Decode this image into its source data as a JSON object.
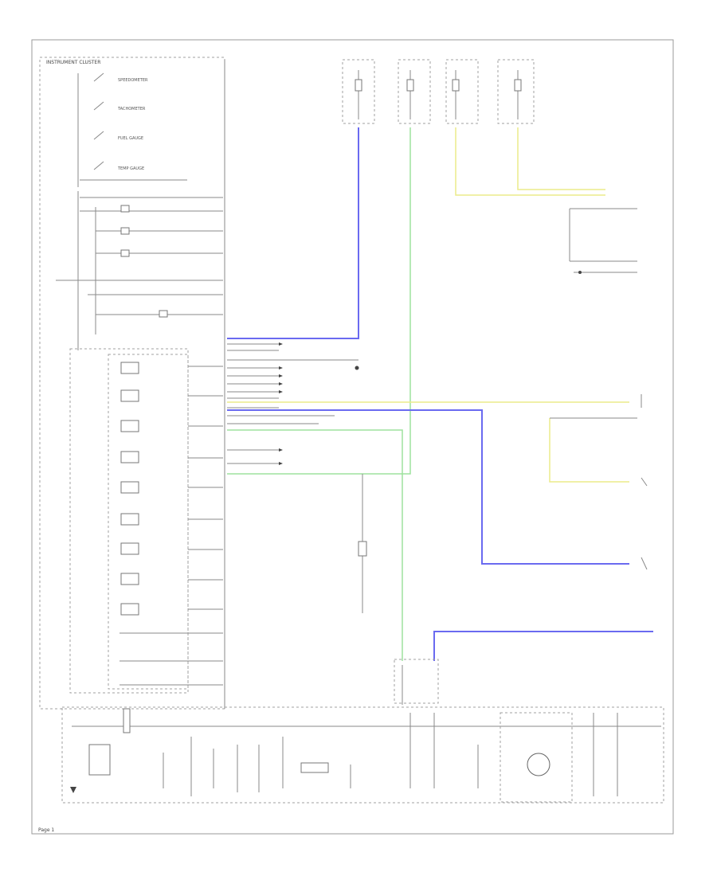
{
  "diagram": {
    "cluster_title": "INSTRUMENT CLUSTER",
    "gauges": [
      {
        "label": "SPEEDOMETER"
      },
      {
        "label": "TACHOMETER"
      },
      {
        "label": "FUEL GAUGE"
      },
      {
        "label": "TEMP GAUGE"
      }
    ],
    "page_footer": "Page 1",
    "wire_colors": {
      "blue": "#5555ee",
      "green": "#88dd88",
      "yellow": "#e6e680",
      "gray": "#8a8a8a"
    }
  }
}
